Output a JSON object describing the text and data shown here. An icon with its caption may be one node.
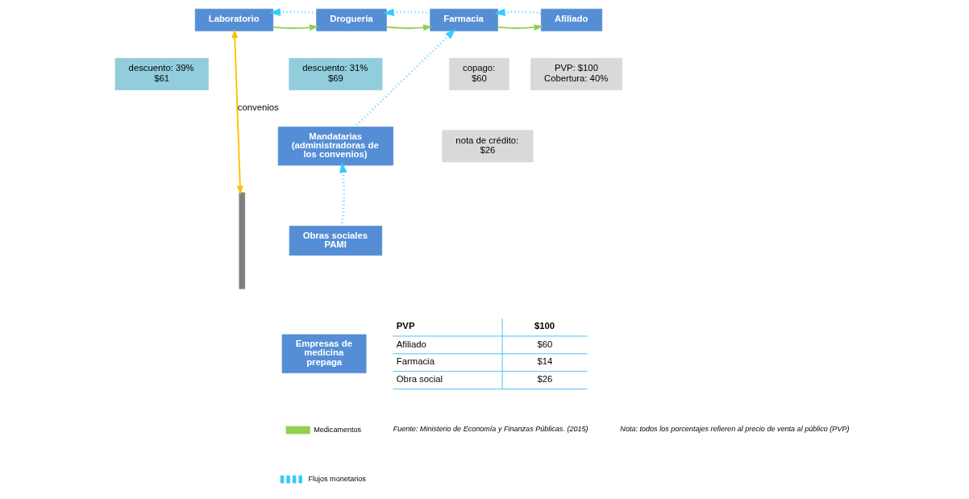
{
  "diagram": {
    "nodes": [
      {
        "text": [
          "Laboratorio"
        ]
      },
      {
        "text": [
          "Droguería"
        ]
      },
      {
        "text": [
          "Farmacia"
        ]
      },
      {
        "text": [
          "Afiliado"
        ]
      },
      {
        "text": [
          "descuento: 39% $61"
        ]
      },
      {
        "text": [
          "descuento: 31% $69"
        ]
      },
      {
        "text": [
          "copago: $60"
        ]
      },
      {
        "text": [
          "PVP: $100 Cobertura: 40%"
        ]
      },
      {
        "text": [
          "nota de crédito: $26"
        ]
      },
      {
        "text": [
          "Mandatarias (administradoras de los convenios)"
        ]
      },
      {
        "text": [],
        "shape": "bracket"
      },
      {
        "text": [
          "Obras sociales PAMI"
        ]
      },
      {
        "text": [
          "Empresas de medicina prepaga"
        ]
      }
    ],
    "edges": [
      {
        "from": 0,
        "to": 1,
        "arrow": "to",
        "color": "#92d050"
      },
      {
        "from": 1,
        "to": 0,
        "arrow": "to",
        "style": "dashed"
      },
      {
        "from": 1,
        "to": 2,
        "arrow": "to",
        "color": "#92d050"
      },
      {
        "from": 2,
        "to": 1,
        "arrow": "to",
        "style": "dashed"
      },
      {
        "from": 2,
        "to": 3,
        "arrow": "to",
        "color": "#92d050"
      },
      {
        "from": 3,
        "to": 2,
        "arrow": "to",
        "style": "dashed"
      },
      {
        "from": 9,
        "to": 2,
        "arrow": "to",
        "style": "dashed"
      },
      {
        "from": 11,
        "to": 9,
        "arrow": "to",
        "style": "dashed"
      },
      {
        "from": 0,
        "to": 10,
        "arrow": "both",
        "label": "convenios",
        "color": "#ffc000"
      }
    ],
    "labels": [
      "PVP",
      "$100",
      "Afiliado",
      "$60",
      "Farmacia",
      "$14",
      "Obra social",
      "$26",
      "Fuente: Ministerio de Economía y Finanzas Públicas. (2015)",
      "Nota: todos los porcentajes refieren al precio de venta al público (PVP)"
    ],
    "legend": [
      {
        "text": "Medicamentos"
      },
      {
        "text": "Flujos monetarios"
      }
    ]
  }
}
